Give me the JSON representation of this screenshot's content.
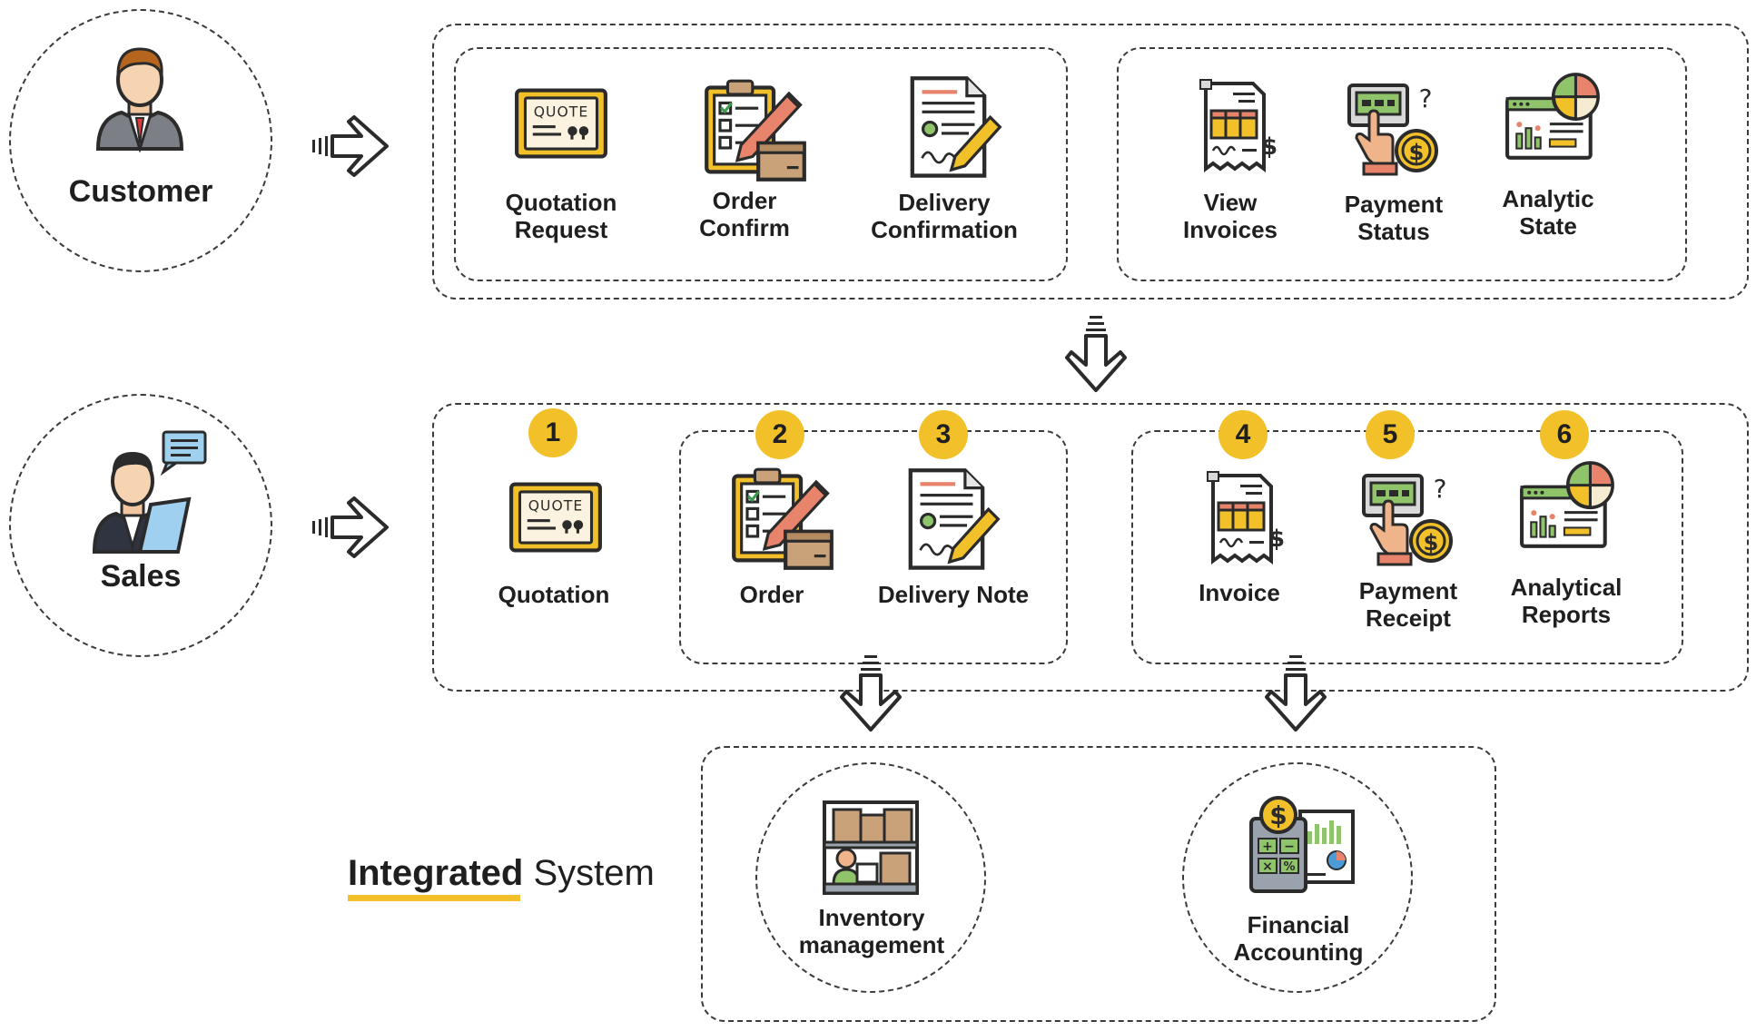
{
  "colors": {
    "accent": "#f2c029",
    "stroke": "#3b3b3b",
    "green": "#8fc46a",
    "cream": "#f6ecd2",
    "brown": "#c9a27a"
  },
  "actors": {
    "customer": {
      "label": "Customer",
      "icon": "businessman-icon"
    },
    "sales": {
      "label": "Sales",
      "icon": "salesperson-icon"
    }
  },
  "customer_group_a": [
    {
      "label": "Quotation\nRequest",
      "icon": "quote-board-icon"
    },
    {
      "label": "Order\nConfirm",
      "icon": "checklist-clipboard-icon"
    },
    {
      "label": "Delivery\nConfirmation",
      "icon": "signed-document-icon"
    }
  ],
  "customer_group_b": [
    {
      "label": "View\nInvoices",
      "icon": "invoice-icon"
    },
    {
      "label": "Payment\nStatus",
      "icon": "payment-terminal-icon"
    },
    {
      "label": "Analytic\nState",
      "icon": "analytics-dashboard-icon"
    }
  ],
  "sales_steps": [
    {
      "number": "1",
      "label": "Quotation",
      "icon": "quote-board-icon"
    },
    {
      "number": "2",
      "label": "Order",
      "icon": "checklist-clipboard-icon"
    },
    {
      "number": "3",
      "label": "Delivery Note",
      "icon": "signed-document-icon"
    },
    {
      "number": "4",
      "label": "Invoice",
      "icon": "invoice-icon"
    },
    {
      "number": "5",
      "label": "Payment\nReceipt",
      "icon": "payment-terminal-icon"
    },
    {
      "number": "6",
      "label": "Analytical\nReports",
      "icon": "analytics-dashboard-icon"
    }
  ],
  "integrated": {
    "title_bold": "Integrated",
    "title_rest": " System",
    "modules": [
      {
        "label": "Inventory\nmanagement",
        "icon": "warehouse-icon"
      },
      {
        "label": "Financial\nAccounting",
        "icon": "calculator-report-icon"
      }
    ]
  }
}
